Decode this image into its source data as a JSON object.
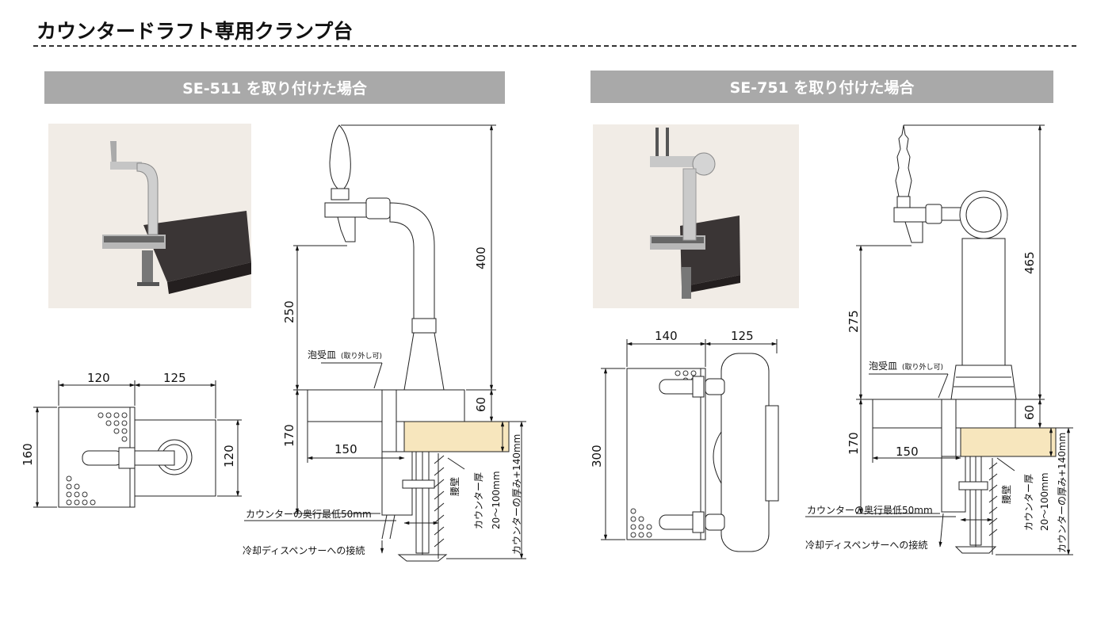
{
  "page": {
    "title": "カウンタードラフト専用クランプ台"
  },
  "left": {
    "header": "SE-511 を取り付けた場合",
    "top_view": {
      "w1": "120",
      "w2": "125",
      "h1": "160",
      "h2": "120"
    },
    "side_view": {
      "d400": "400",
      "d250": "250",
      "d170": "170",
      "d60": "60",
      "d150": "150",
      "dish_label": "泡受皿",
      "dish_note": "(取り外し可)",
      "wall_label": "腰壁",
      "counter_thick": "カウンター厚",
      "counter_range": "20～100mm",
      "counter_formula": "カウンターの厚み+140mm",
      "depth_note": "カウンターの奥行最低50mm",
      "connect_note": "冷却ディスペンサーへの接続"
    }
  },
  "right": {
    "header": "SE-751 を取り付けた場合",
    "top_view": {
      "w1": "140",
      "w2": "125",
      "h1": "300"
    },
    "side_view": {
      "d465": "465",
      "d275": "275",
      "d170": "170",
      "d60": "60",
      "d150": "150",
      "dish_label": "泡受皿",
      "dish_note": "(取り外し可)",
      "wall_label": "腰壁",
      "counter_thick": "カウンター厚",
      "counter_range": "20～100mm",
      "counter_formula": "カウンターの厚み+140mm",
      "depth_note": "カウンターの奥行最低50mm",
      "connect_note": "冷却ディスペンサーへの接続"
    }
  },
  "colors": {
    "header_bg": "#a9a9a9",
    "counter": "#f7e6bd",
    "photo_bg": "#f1ece6"
  }
}
